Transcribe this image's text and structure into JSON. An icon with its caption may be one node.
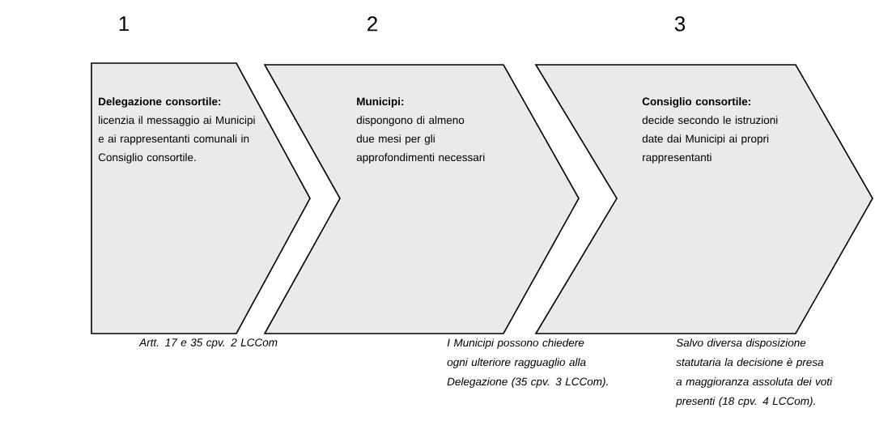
{
  "diagram": {
    "nodes": [
      {
        "text": [
          "Delegazione consortile:",
          "licenzia il messaggio ai Municipi e ai rappresentanti comunali in Consiglio consortile."
        ],
        "beside": [
          "1",
          "Artt. 17 e 35 cpv. 2 LCCom"
        ]
      },
      {
        "text": [
          "Municipi:",
          "dispongono di almeno due mesi per gli approfondimenti necessari"
        ],
        "beside": [
          "2",
          "I Municipi possono chiedere ogni ulteriore ragguaglio alla Delegazione (35 cpv. 3 LCCom)."
        ]
      },
      {
        "text": [
          "Consiglio consortile:",
          "decide secondo le istruzioni date dai Municipi ai propri rappresentanti"
        ],
        "beside": [
          "3",
          "Salvo diversa disposizione statutaria la decisione è presa a maggioranza assoluta dei voti presenti (18 cpv. 4 LCCom)."
        ]
      }
    ]
  }
}
